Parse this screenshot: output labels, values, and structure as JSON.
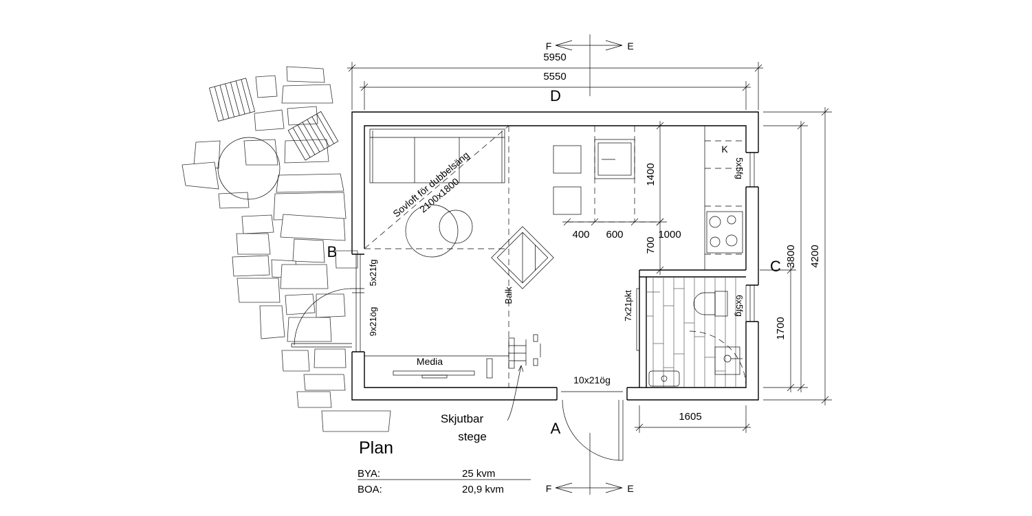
{
  "plan": {
    "title": "Plan",
    "dimensions": {
      "overall_width": "5950",
      "inner_width": "5550",
      "overall_depth": "4200",
      "inner_depth": "3800",
      "bath_depth": "1700",
      "bath_width": "1605",
      "kitchen_depth": "1400",
      "d400": "400",
      "d600": "600",
      "d1000": "1000",
      "d700": "700"
    },
    "elevations": {
      "d": "D",
      "c": "C",
      "b": "B",
      "a": "A"
    },
    "section_markers": {
      "f_top": "F",
      "e_top": "E",
      "f_bottom": "F",
      "e_bottom": "E"
    },
    "rooms": {
      "loft_line1": "Sovloft för dubbelsäng",
      "loft_line2": "2100x1800",
      "media": "Media",
      "balk": "Balk",
      "k": "K",
      "ladder_line1": "Skjutbar",
      "ladder_line2": "stege"
    },
    "openings": {
      "window_b_upper": "5x21fg",
      "door_b": "9x21ög",
      "door_a": "10x21ög",
      "bath_door": "7x21pkt",
      "window_k": "5x5fg",
      "window_bath": "6x5fg"
    },
    "areas": [
      {
        "label": "BYA:",
        "value": "25 kvm"
      },
      {
        "label": "BOA:",
        "value": "20,9 kvm"
      }
    ]
  }
}
